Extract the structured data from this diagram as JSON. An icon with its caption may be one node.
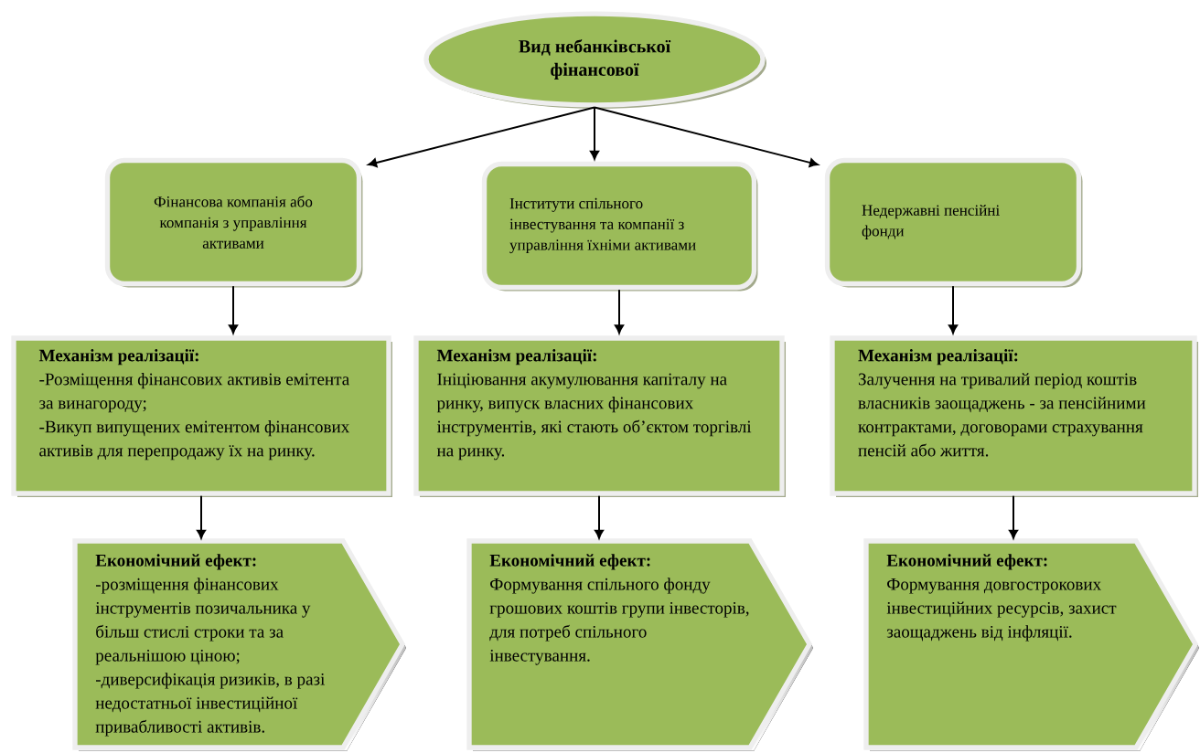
{
  "diagram": {
    "nodes": [
      {
        "text": [
          "Вид небанківської фінансової"
        ]
      },
      {
        "text": [
          "Фінансова компанія або компанія з управління активами"
        ]
      },
      {
        "text": [
          "Інститути спільного інвестування та компанії з управління їхніми активами"
        ]
      },
      {
        "text": [
          "Недержавні пенсійні фонди"
        ]
      },
      {
        "text": [
          "Механізм реалізації:",
          "-Розміщення фінансових активів емітента за винагороду;",
          "-Викуп випущених емітентом фінансових активів для перепродажу їх на ринку."
        ]
      },
      {
        "text": [
          "Механізм реалізації:",
          "Ініціювання акумулювання капіталу на ринку, випуск власних фінансових інструментів, які стають об’єктом торгівлі на ринку."
        ]
      },
      {
        "text": [
          "Механізм реалізації:",
          "Залучення на тривалий період коштів власників заощаджень - за пенсійними контрактами, договорами страхування пенсій або життя."
        ]
      },
      {
        "text": [
          "Економічний ефект:",
          "-розміщення фінансових інструментів позичальника у більш стислі строки та за реальнішою ціною;",
          "-диверсифікація ризиків, в разі недостатньої інвестиційної привабливості активів."
        ]
      },
      {
        "text": [
          "Економічний ефект:",
          "Формування спільного фонду грошових коштів групи інвесторів, для потреб спільного інвестування."
        ]
      },
      {
        "text": [
          "Економічний ефект:",
          "Формування довгострокових інвестиційних ресурсів, захист заощаджень від інфляції."
        ]
      }
    ],
    "edges": [
      {
        "from": 0,
        "to": 1,
        "arrow": "to"
      },
      {
        "from": 0,
        "to": 2,
        "arrow": "to"
      },
      {
        "from": 0,
        "to": 3,
        "arrow": "to"
      },
      {
        "from": 1,
        "to": 4,
        "arrow": "to"
      },
      {
        "from": 2,
        "to": 5,
        "arrow": "to"
      },
      {
        "from": 3,
        "to": 6,
        "arrow": "to"
      },
      {
        "from": 4,
        "to": 7,
        "arrow": "to"
      },
      {
        "from": 5,
        "to": 8,
        "arrow": "to"
      },
      {
        "from": 6,
        "to": 9,
        "arrow": "to"
      }
    ]
  }
}
